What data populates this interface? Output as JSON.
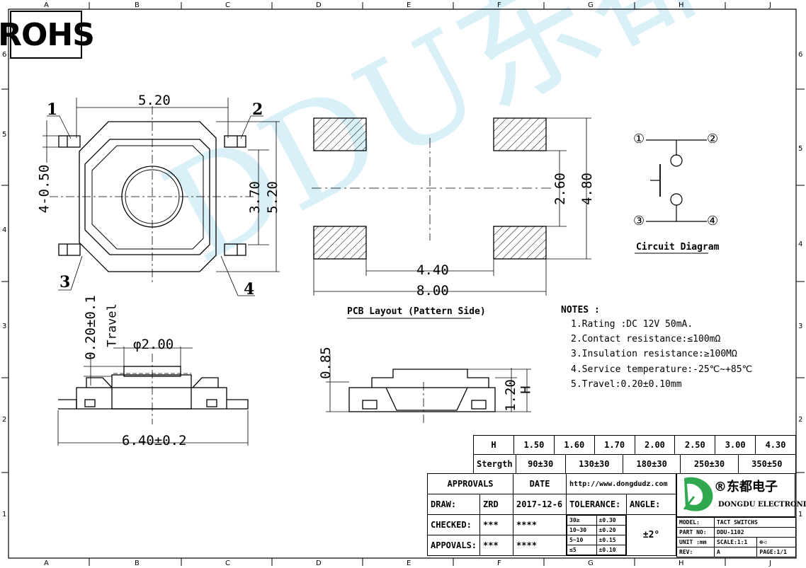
{
  "rohs_label": "ROHS",
  "watermark": "DDU东都",
  "grid": {
    "top": [
      "A",
      "B",
      "C",
      "D",
      "E",
      "F",
      "G",
      "H",
      "J"
    ],
    "bottom": [
      "A",
      "B",
      "C",
      "D",
      "E",
      "F",
      "G",
      "H",
      "J"
    ],
    "left": [
      "6",
      "5",
      "4",
      "3",
      "2",
      "1"
    ],
    "right": [
      "6",
      "5",
      "4",
      "3",
      "2",
      "1"
    ]
  },
  "top_view": {
    "pins": [
      "1",
      "2",
      "3",
      "4"
    ],
    "dims": {
      "width_top": "5.20",
      "pitch_left": "4-0.50",
      "inner": "3.70",
      "height_right": "5.20"
    }
  },
  "side_view": {
    "dims": {
      "travel": "0.20±0.1",
      "travel_label": "Travel",
      "diameter": "φ2.00",
      "width": "6.40±0.2"
    }
  },
  "pcb": {
    "caption": "PCB Layout (Pattern Side)",
    "dims": {
      "h_inner": "2.60",
      "h_outer": "4.80",
      "w_inner": "4.40",
      "w_outer": "8.00"
    }
  },
  "side_view2": {
    "dims": {
      "h1": "0.85",
      "h2": "1.20",
      "h3": "H"
    }
  },
  "circuit": {
    "caption": "Circuit Diagram",
    "pins": [
      "①",
      "②",
      "③",
      "④"
    ]
  },
  "notes": {
    "title": "NOTES :",
    "items": [
      "1.Rating :DC 12V 50mA.",
      "2.Contact resistance:≤100mΩ",
      "3.Insulation resistance:≥100MΩ",
      "4.Service temperature:-25℃~+85℃",
      "5.Travel:0.20±0.10mm"
    ]
  },
  "spec_table": {
    "h_label": "H",
    "h_values": [
      "1.50",
      "1.60",
      "1.70",
      "2.00",
      "2.50",
      "3.00",
      "4.30"
    ],
    "s_label": "Stergth",
    "s_values": [
      "90±30",
      "130±30",
      "180±30",
      "250±30",
      "350±50"
    ]
  },
  "title_block": {
    "approvals": "APPROVALS",
    "date": "DATE",
    "website": "http://www.dongdudz.com",
    "draw_label": "DRAW:",
    "draw_name": "ZRD",
    "draw_date": "2017-12-6",
    "tolerance": "TOLERANCE:",
    "angle": "ANGLE:",
    "checked_label": "CHECKED:",
    "checked_name": "***",
    "checked_date": "****",
    "appovals_label": "APPOVALS:",
    "appovals_name": "***",
    "appovals_date": "****",
    "tol_rows": [
      {
        "range": "30≥",
        "tol": "±0.30"
      },
      {
        "range": "10~30",
        "tol": "±0.20"
      },
      {
        "range": "5~10",
        "tol": "±0.15"
      },
      {
        "range": "≤5",
        "tol": "±0.10"
      }
    ],
    "angle_value": "±2°",
    "company_cn": "®东都电子",
    "company_en": "DONGDU ELECTRONICS",
    "model_label": "MODEL:",
    "model_value": "TACT SWITCHS",
    "part_label": "PART NO:",
    "part_value": "DDU-1102",
    "unit_label": "UNIT :mm",
    "scale_label": "SCALE:1:1",
    "rev_label": "REV:",
    "rev_value": "A",
    "page_label": "PAGE:1/1"
  }
}
